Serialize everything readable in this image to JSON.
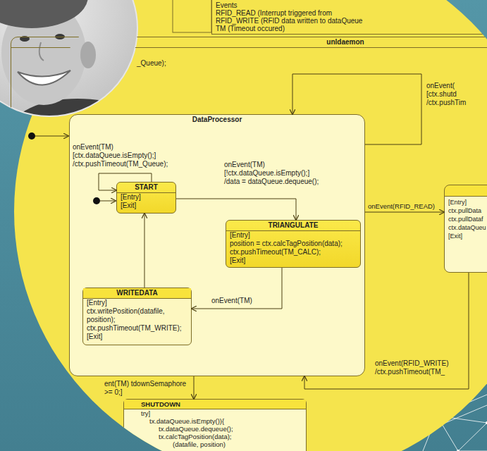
{
  "diagram": {
    "nodes": [
      {
        "text": [
          "Events",
          "RFID_READ (Interrupt triggered from",
          "RFID_WRITE (RFID data written to dataQueue",
          "TM (Timeout occured)"
        ]
      },
      {
        "text": [
          "unldaemon"
        ]
      },
      {
        "text": [
          "DataProcessor"
        ],
        "in": 1
      },
      {
        "text": [
          "START",
          "[Entry]",
          "[Exit]"
        ],
        "in": 2
      },
      {
        "text": [
          "TRIANGULATE",
          "[Entry]",
          "position = ctx.calcTagPosition(data);",
          "ctx.pushTimeout(TM_CALC);",
          "[Exit]"
        ],
        "in": 2
      },
      {
        "text": [
          "WRITEDATA",
          "[Entry]",
          "ctx.writePosition(datafile, position);",
          "ctx.pushTimeout(TM_WRITE);",
          "[Exit]"
        ],
        "in": 2
      },
      {
        "text": [
          "[Entry]",
          "ctx.pullData",
          "ctx.pullDataf",
          "ctx.dataQueu",
          "[Exit]"
        ],
        "in": 1
      },
      {
        "text": [
          "SHUTDOWN",
          "try]",
          "tx.dataQueue.isEmpty()){",
          "tx.dataQueue.dequeue();",
          "tx.calcTagPosition(data);",
          "(datafile, position)"
        ],
        "in": 1
      }
    ],
    "edges": [
      {
        "from": 3,
        "to": 3,
        "arrow": "to",
        "label": "onEvent(TM) [ctx.dataQueue.isEmpty();] /ctx.pushTimeout(TM_Queue);"
      },
      {
        "from": 3,
        "to": 4,
        "arrow": "to",
        "label": "onEvent(TM) [!ctx.dataQueue.isEmpty();] /data = dataQueue.dequeue();"
      },
      {
        "from": 4,
        "to": 5,
        "arrow": "to",
        "label": "onEvent(TM)"
      },
      {
        "from": 5,
        "to": 3,
        "arrow": "to"
      },
      {
        "from": 2,
        "to": 2,
        "arrow": "to",
        "label": "onEvent( [ctx.shutd /ctx.pushTim"
      },
      {
        "from": 2,
        "to": 6,
        "arrow": "to",
        "label": "onEvent(RFID_READ)"
      },
      {
        "from": 6,
        "to": 2,
        "arrow": "to",
        "label": "onEvent(RFID_WRITE) /ctx.pushTimeout(TM_"
      },
      {
        "from": 2,
        "to": 7,
        "arrow": "to",
        "label": "ent(TM) tdownSemaphore >= 0;]"
      }
    ],
    "labels": [
      "_Queue);"
    ]
  }
}
